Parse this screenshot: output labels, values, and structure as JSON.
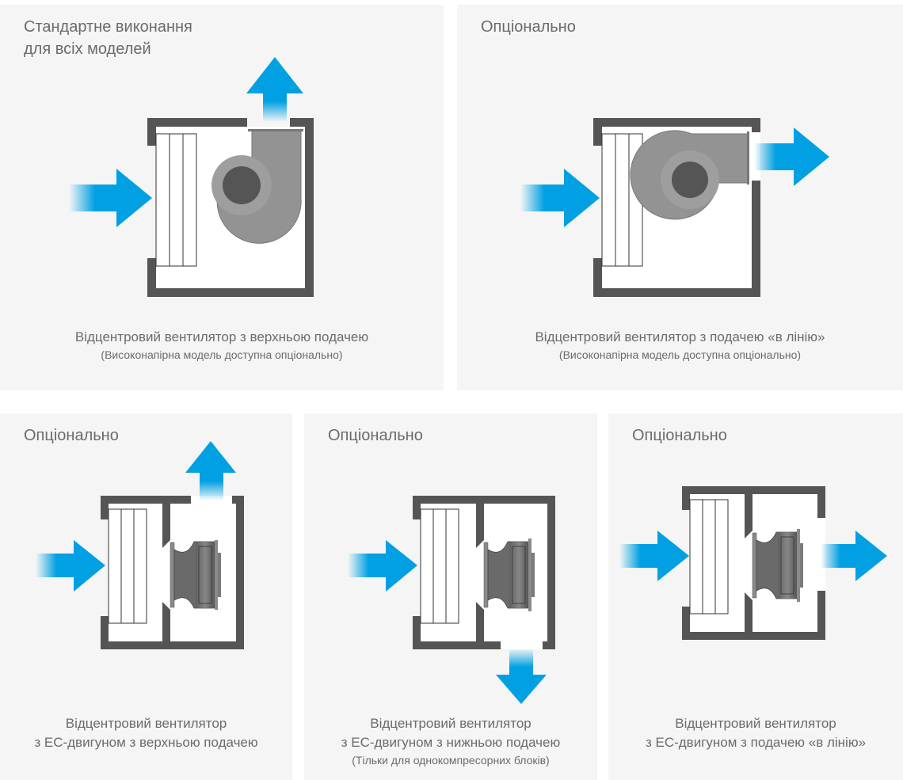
{
  "colors": {
    "panel_bg": "#f5f5f5",
    "housing": "#555555",
    "airflow_arrow": "#00a0e3",
    "fan_body": "#939393",
    "fan_core": "#555555",
    "text": "#6b6b6b"
  },
  "panels": [
    {
      "title": "Стандартне виконання для всіх моделей",
      "title_lines": [
        "Стандартне виконання",
        "для всіх моделей"
      ],
      "fan_type": "centrifugal",
      "inlet": "left",
      "outlet": "top",
      "caption_lines": [
        "Відцентровий вентилятор з верхньою подачею"
      ],
      "note": "(Високонапірна модель доступна опціонально)"
    },
    {
      "title": "Опціонально",
      "fan_type": "centrifugal",
      "inlet": "left",
      "outlet": "right",
      "caption_lines": [
        "Відцентровий вентилятор з подачею «в лінію»"
      ],
      "note": "(Високонапірна модель доступна опціонально)"
    },
    {
      "title": "Опціонально",
      "fan_type": "ec-motor",
      "inlet": "left",
      "outlet": "top",
      "caption_lines": [
        "Відцентровий вентилятор",
        "з ЕС-двигуном з верхньою подачею"
      ],
      "note": ""
    },
    {
      "title": "Опціонально",
      "fan_type": "ec-motor",
      "inlet": "left",
      "outlet": "bottom",
      "caption_lines": [
        "Відцентровий вентилятор",
        "з ЕС-двигуном з нижньою подачею"
      ],
      "note": "(Тільки для однокомпресорних блоків)"
    },
    {
      "title": "Опціонально",
      "fan_type": "ec-motor",
      "inlet": "left",
      "outlet": "right",
      "caption_lines": [
        "Відцентровий вентилятор",
        "з ЕС-двигуном з подачею «в лінію»"
      ],
      "note": ""
    }
  ]
}
